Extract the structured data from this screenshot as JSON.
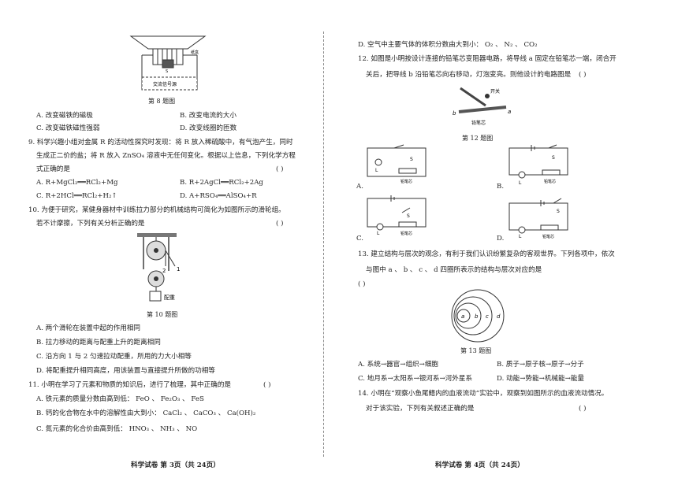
{
  "left": {
    "fig8": {
      "label_tape": "纸盒",
      "label_box": "交流信号源",
      "label_S": "S",
      "caption": "第 8 题图"
    },
    "q8": {
      "A": "A. 改变磁铁的磁极",
      "B": "B. 改变电流的大小",
      "C": "C. 改变磁铁磁性强弱",
      "D": "D. 改变线圈的匝数"
    },
    "q9": {
      "line1": "9. 科学兴趣小组对金属 R 的活动性探究时发现：将 R 放入稀硫酸中，有气泡产生，同时",
      "line2": "生成正二价的盐；将 R 放入 ZnSO₄ 溶液中无任何变化。根据以上信息，下列化学方程",
      "line3": "式正确的是",
      "paren": "(        )",
      "A": "A.  R+MgCl₂══RCl₂+Mg",
      "B": "B.  R+2AgCl══RCl₂+2Ag",
      "C": "C.  R+2HCl══RCl₂+H₂↑",
      "D": "D.   A+RSO₄══AlSO₄+R"
    },
    "q10": {
      "line1": "10. 为便于研究，某健身器材中训练拉力部分的机械结构可简化为如图所示的滑轮组。",
      "line2": "若不计摩擦，下列有关分析正确的是",
      "paren": "(        )",
      "fig_label_1": "1",
      "fig_label_2": "2",
      "fig_label_weight": "配重",
      "caption": "第 10 题图",
      "A": "A. 两个滑轮在装置中起的作用相同",
      "B": "B. 拉力移动的距离与配重上升的距离相同",
      "C": "C. 沿方向 1 与 2 匀速拉动配重，所用的力大小相等",
      "D": "D. 将配重提升相同高度，用该装置与直接提升所做的功相等"
    },
    "q11": {
      "line1": "11. 小明在学习了元素和物质的知识后，进行了梳理，其中正确的是",
      "paren": "(        )",
      "A": "A. 铁元素的质量分数由高到低：  FeO 、 Fe₂O₃ 、 FeS",
      "B": "B. 钙的化合物在水中的溶解性由大到小：  CaCl₂ 、 CaCO₃ 、 Ca(OH)₂",
      "C": "C. 氮元素的化合价由高到低：  HNO₃ 、 NH₃ 、 NO"
    },
    "footer": "科学试卷    第 3页（共 24页）"
  },
  "right": {
    "q11D": "D. 空气中主要气体的体积分数由大到小：  O₂ 、 N₂ 、 CO₂",
    "q12": {
      "line1": "12. 如图是小明按设计连接的铅笔芯变阻器电路，将导线 a 固定在铅笔芯一端，闭合开",
      "line2": "关后，把导线 b 沿铅笔芯向右移动，灯泡变亮。则他设计的电路图是",
      "paren": "(        )",
      "fig_switch": "开关",
      "fig_core": "铅笔芯",
      "fig_a": "a",
      "fig_b": "b",
      "caption": "第 12 题图",
      "optA": "A.",
      "optB": "B.",
      "optC": "C.",
      "optD": "D.",
      "lbl_S": "S",
      "lbl_L": "L",
      "lbl_core": "铅笔芯"
    },
    "q13": {
      "line1": "13. 建立结构与层次的观念，有利于我们认识纷繁复杂的客观世界。下列各项中，依次",
      "line2": "与图中 a 、 b 、 c 、 d 四圈所表示的结构与层次对应的是",
      "paren": "(        )",
      "fig_a": "a",
      "fig_b": "b",
      "fig_c": "c",
      "fig_d": "d",
      "caption": "第 13 题图",
      "A": "A. 系统→器官→组织→细胞",
      "B": "B. 质子→原子核→原子→分子",
      "C": "C. 地月系→太阳系→银河系→河外星系",
      "D": "D. 动能→势能→机械能→能量"
    },
    "q14": {
      "line1": "14. 小明在“观察小鱼尾鳍内的血液流动”实验中，观察到如图所示的血液流动情况。",
      "line2": "对于该实验，下列有关叙述正确的是",
      "paren": "(        )"
    },
    "footer": "科学试卷    第 4页（共 24页）"
  }
}
